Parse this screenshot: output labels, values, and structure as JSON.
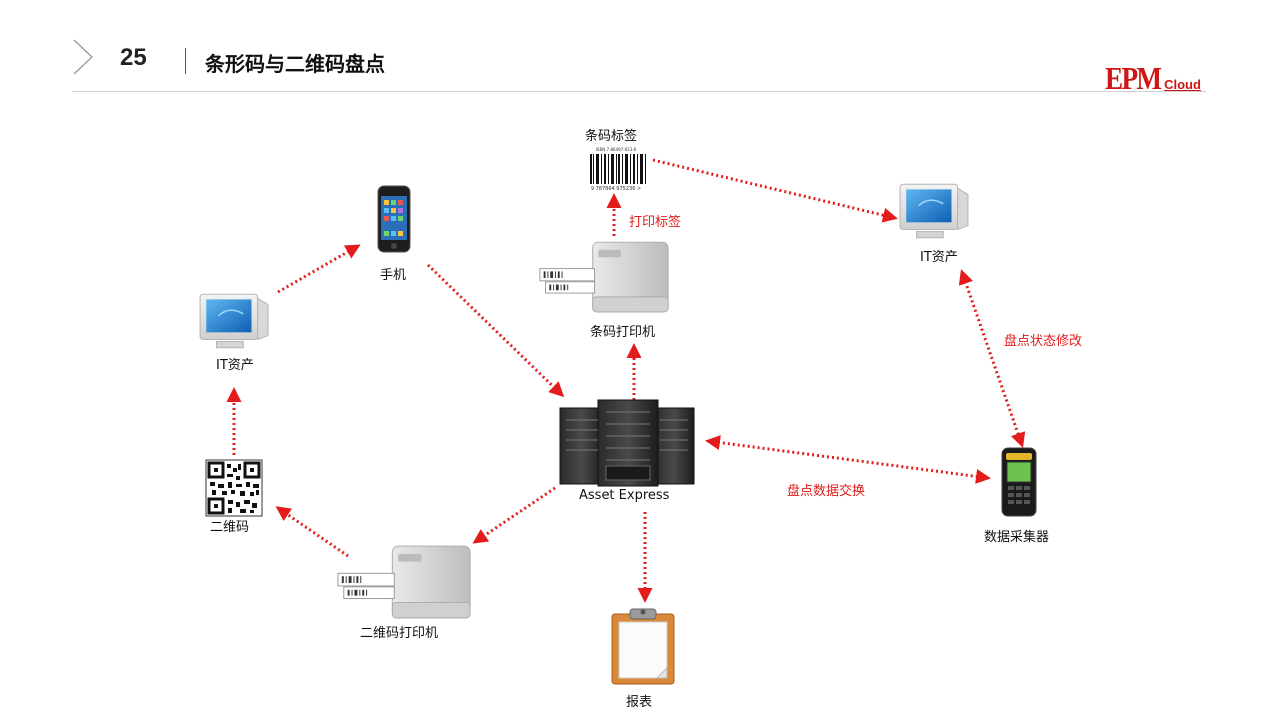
{
  "header": {
    "slide_number": "25",
    "title": "条形码与二维码盘点",
    "logo_text": "EPM",
    "logo_suffix": "Cloud"
  },
  "nodes": {
    "barcode_label": "条码标签",
    "barcode_isbn": "ISBN 7-86497-923-6",
    "barcode_digits": "9 787864 975236 >",
    "it_asset_right": "IT资产",
    "phone": "手机",
    "it_asset_left": "IT资产",
    "barcode_printer": "条码打印机",
    "server": "Asset Express",
    "qr_code": "二维码",
    "qr_printer": "二维码打印机",
    "data_collector": "数据采集器",
    "report": "报表"
  },
  "edge_labels": {
    "print_label": "打印标签",
    "inventory_status_change": "盘点状态修改",
    "inventory_data_exchange": "盘点数据交换"
  },
  "colors": {
    "arrow": "#e31b1b",
    "logo": "#d01515"
  }
}
